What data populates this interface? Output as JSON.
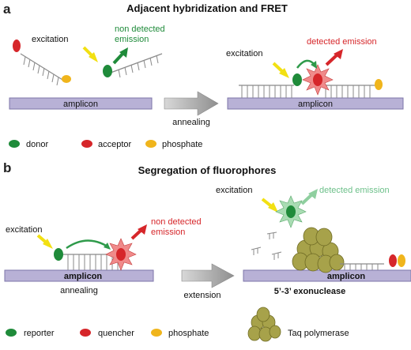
{
  "panel_a": {
    "letter": "a",
    "title": "Adjacent hybridization and FRET",
    "excitation_left": "excitation",
    "non_detected_line1": "non detected",
    "non_detected_line2": "emission",
    "excitation_right": "excitation",
    "detected_emission": "detected emission",
    "amplicon_left": "amplicon",
    "amplicon_right": "amplicon",
    "annealing": "annealing"
  },
  "legend_a": [
    "donor",
    "acceptor",
    "phosphate"
  ],
  "panel_b": {
    "letter": "b",
    "title": "Segregation of fluorophores",
    "excitation_left": "excitation",
    "non_detected_line1": "non detected",
    "non_detected_line2": "emission",
    "excitation_right": "excitation",
    "detected_emission": "detected emission",
    "amplicon_left": "amplicon",
    "amplicon_right": "amplicon",
    "annealing": "annealing",
    "extension": "extension",
    "exonuclease": "5’-3’ exonuclease"
  },
  "legend_b": [
    "reporter",
    "quencher",
    "phosphate",
    "Taq polymerase"
  ],
  "colors": {
    "donor_reporter": "#1f8b3a",
    "acceptor_quencher": "#d6262a",
    "phosphate": "#f0b51c",
    "amplicon": "#b8b1d6",
    "excitation": "#f2e012",
    "taq_polymerase": "#a7a24a"
  }
}
